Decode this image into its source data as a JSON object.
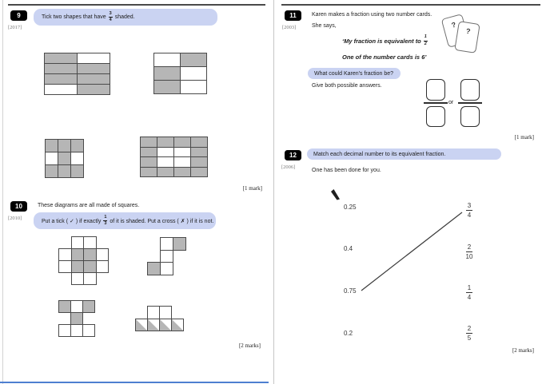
{
  "colors": {
    "pill_bg": "#cad3f2",
    "badge_bg": "#000000",
    "shaded_cell": "#b6b6b6",
    "grid_border": "#4a4a4a",
    "bottom_accent_line": "#4d7fd0"
  },
  "q9": {
    "number": "9",
    "year": "[2017]",
    "prompt_before": "Tick two shapes that have",
    "frac_num": "3",
    "frac_den": "4",
    "prompt_after": "shaded.",
    "marks": "[1 mark]"
  },
  "q10": {
    "number": "10",
    "year": "[2010]",
    "intro": "These diagrams are all made of squares.",
    "prompt_before": "Put a tick ( ✓ ) if exactly",
    "frac_num": "1",
    "frac_den": "3",
    "prompt_after": "of it is shaded. Put a cross ( ✗ ) if it is not.",
    "marks": "[2 marks]"
  },
  "q11": {
    "number": "11",
    "year": "[2003]",
    "intro": "Karen makes a fraction using two number cards.",
    "she_says": "She says,",
    "quote1_before": "‘My fraction is equivalent to",
    "quote1_num": "1",
    "quote1_den": "2",
    "quote2": "One of the number cards is 6’",
    "card_symbol": "?",
    "question": "What could Karen's fraction be?",
    "instruction": "Give both possible answers.",
    "or_label": "or",
    "marks": "[1 mark]"
  },
  "q12": {
    "number": "12",
    "year": "[2006]",
    "prompt": "Match each decimal number to its equivalent fraction.",
    "note": "One has been done for you.",
    "decimals": [
      "0.25",
      "0.4",
      "0.75",
      "0.2"
    ],
    "fractions": [
      {
        "num": "3",
        "den": "4"
      },
      {
        "num": "2",
        "den": "10"
      },
      {
        "num": "1",
        "den": "4"
      },
      {
        "num": "2",
        "den": "5"
      }
    ],
    "completed_match": {
      "from": "0.75",
      "to": "3/4"
    },
    "marks": "[2 marks]"
  },
  "grids": {
    "q9_s1": {
      "cols": 2,
      "rows": 4,
      "cw": 41,
      "ch": 13,
      "cells": [
        [
          1,
          0
        ],
        [
          1,
          1
        ],
        [
          1,
          1
        ],
        [
          0,
          1
        ]
      ]
    },
    "q9_s2": {
      "cols": 2,
      "rows": 3,
      "cw": 33,
      "ch": 17,
      "cells": [
        [
          0,
          1
        ],
        [
          1,
          0
        ],
        [
          1,
          0
        ]
      ]
    },
    "q9_s3": {
      "cols": 3,
      "rows": 3,
      "cw": 16,
      "ch": 16,
      "cells": [
        [
          1,
          1,
          1
        ],
        [
          0,
          1,
          0
        ],
        [
          1,
          1,
          1
        ]
      ]
    },
    "q9_s4": {
      "cols": 4,
      "rows": 4,
      "cw": 21,
      "ch": 12.5,
      "cells": [
        [
          1,
          1,
          1,
          1
        ],
        [
          1,
          0,
          0,
          1
        ],
        [
          1,
          0,
          0,
          1
        ],
        [
          1,
          1,
          1,
          1
        ]
      ]
    },
    "q10_d1": {
      "cols": 4,
      "rows": 4,
      "cw": 15.5,
      "ch": 15,
      "cells": [
        [
          null,
          0,
          0,
          null
        ],
        [
          0,
          1,
          1,
          0
        ],
        [
          0,
          1,
          1,
          0
        ],
        [
          null,
          0,
          0,
          null
        ]
      ]
    },
    "q10_d2": {
      "cols": 3,
      "rows": 3,
      "cw": 16,
      "ch": 15.5,
      "cells": [
        [
          null,
          0,
          1
        ],
        [
          null,
          0,
          null
        ],
        [
          1,
          0,
          null
        ]
      ]
    },
    "q10_d3": {
      "cols": 3,
      "rows": 3,
      "cw": 15,
      "ch": 15,
      "cells": [
        [
          1,
          0,
          1
        ],
        [
          null,
          1,
          null
        ],
        [
          0,
          0,
          0
        ]
      ]
    },
    "q10_d4": {
      "cols": 4,
      "rows": 2,
      "cw": 15,
      "ch": 15.5,
      "cells": [
        [
          null,
          0,
          0,
          null
        ],
        [
          2,
          2,
          2,
          2
        ]
      ]
    }
  }
}
